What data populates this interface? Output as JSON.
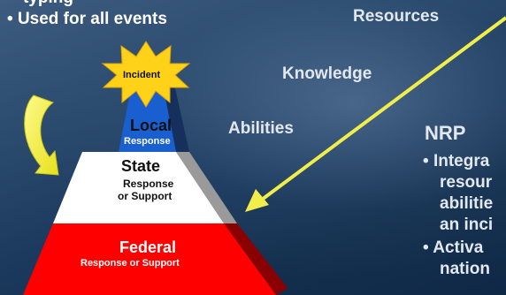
{
  "left_bullets": {
    "cut_line": "typing",
    "item": "Used for all events"
  },
  "middle_labels": {
    "resources": "Resources",
    "knowledge": "Knowledge",
    "abilities": "Abilities"
  },
  "pyramid": {
    "starburst": "Incident",
    "local_title": "Local",
    "local_sub": "Response",
    "state_title": "State",
    "state_sub1": "Response",
    "state_sub2": "or Support",
    "federal_title": "Federal",
    "federal_sub": "Response or Support"
  },
  "nrp": {
    "heading": "NRP",
    "bullet1_lines": [
      "Integra",
      "resour",
      "abilitie",
      "an inci"
    ],
    "bullet2_lines": [
      "Activa",
      "nation"
    ]
  },
  "colors": {
    "local": "#1a5fd0",
    "state": "#ffffff",
    "federal": "#ff0000",
    "starburst": "#ffd21a",
    "arrow": "#f1ee4a"
  }
}
